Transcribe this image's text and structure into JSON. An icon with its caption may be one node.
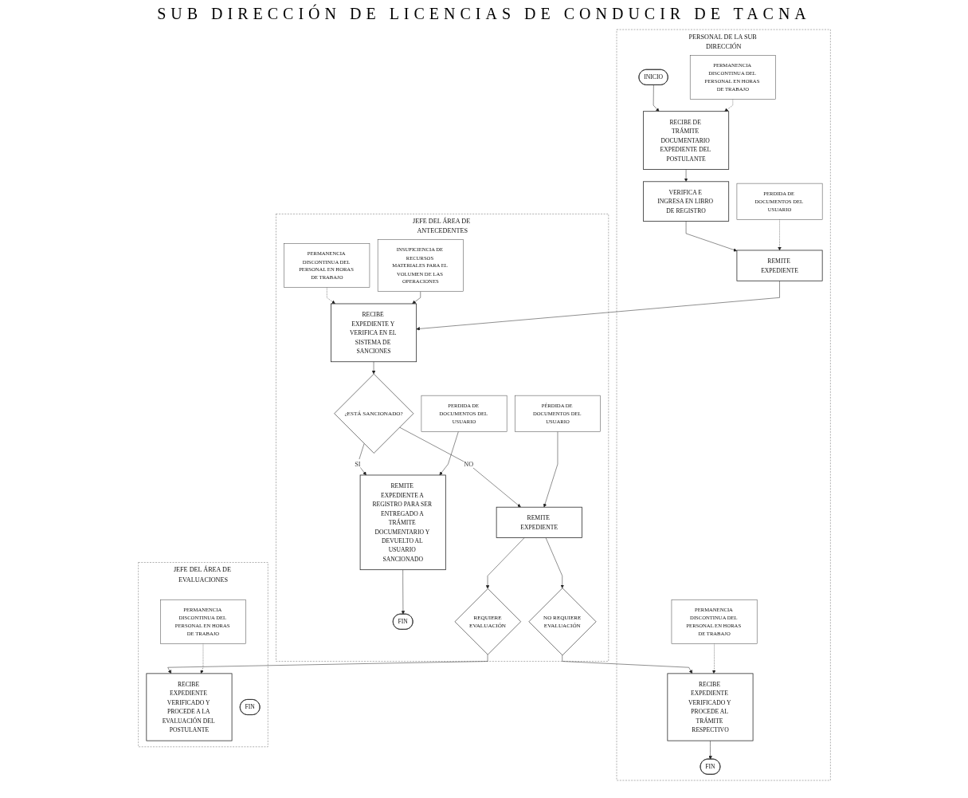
{
  "diagram": {
    "title": "SUB DIRECCIÓN DE LICENCIAS DE CONDUCIR DE TACNA",
    "nodes": [
      {
        "text": [
          "PERSONAL DE LA SUB DIRECCIÓN"
        ]
      },
      {
        "text": [
          "INICIO"
        ],
        "in": 0
      },
      {
        "text": [
          "RECIBE DE TRÁMITE DOCUMENTARIO EXPEDIENTE DEL POSTULANTE"
        ],
        "in": 0
      },
      {
        "text": [
          "PERMANENCIA DISCONTINUA DEL PERSONAL EN HORAS DE TRABAJO"
        ],
        "in": 0
      },
      {
        "text": [
          "VERIFICA E INGRESA EN LIBRO DE REGISTRO"
        ],
        "in": 0
      },
      {
        "text": [
          "REMITE EXPEDIENTE"
        ],
        "in": 0
      },
      {
        "text": [
          "PERDIDA DE DOCUMENTOS DEL USUARIO"
        ],
        "in": 0
      },
      {
        "text": [
          "RECIBE EXPEDIENTE VERIFICADO Y PROCEDE AL TRÁMITE RESPECTIVO"
        ],
        "in": 0
      },
      {
        "text": [
          "PERMANENCIA DISCONTINUA DEL PERSONAL EN HORAS DE TRABAJO"
        ],
        "in": 0
      },
      {
        "text": [
          "FIN"
        ],
        "in": 0
      },
      {
        "text": [
          "JEFE DEL ÁREA DE ANTECEDENTES"
        ]
      },
      {
        "text": [
          "PERMANENCIA DISCONTINUA DEL PERSONAL EN HORAS DE TRABAJO"
        ],
        "in": 10
      },
      {
        "text": [
          "RECIBE EXPEDIENTE Y VERIFICA EN EL SISTEMA DE SANCIONES"
        ],
        "in": 10
      },
      {
        "text": [
          "INSUFICIENCIA DE RECURSOS MATERIALES PARA EL VOLUMEN DE LAS OPERACIONES"
        ],
        "in": 10
      },
      {
        "text": [
          "¿ESTÁ SANCIONADO?"
        ],
        "in": 10
      },
      {
        "text": [
          "PERDIDA DE DOCUMENTOS DEL USUARIO"
        ],
        "in": 10
      },
      {
        "text": [
          "PÉRDIDA DE DOCUMENTOS DEL USUARIO"
        ],
        "in": 10
      },
      {
        "text": [
          "REMITE EXPEDIENTE A REGISTRO PARA SER ENTREGADO A TRÁMITE DOCUMENTARIO Y DEVUELTO AL USUARIO SANCIONADO"
        ],
        "in": 10
      },
      {
        "text": [
          "REMITE EXPEDIENTE"
        ],
        "in": 10
      },
      {
        "text": [
          "FIN"
        ],
        "in": 10
      },
      {
        "text": [
          "NO REQUIERE",
          "EVALUACIÓN"
        ],
        "in": 10
      },
      {
        "text": [
          "REQUIERE",
          "EVALUACIÓN"
        ],
        "in": 10
      },
      {
        "text": [
          "JEFE DEL ÁREA DE EVALUACIONES"
        ]
      },
      {
        "text": [
          "RECIBE EXPEDIENTE VERIFICADO Y PROCEDE A LA EVALUACIÓN DEL POSTULANTE"
        ],
        "in": 22
      },
      {
        "text": [
          "PERMANENCIA DISCONTINUA DEL PERSONAL EN HORAS DE TRABAJO"
        ],
        "in": 22
      },
      {
        "text": [
          "FIN"
        ],
        "in": 22
      }
    ],
    "edges": [
      {
        "from": 1,
        "to": 2,
        "arrow": "to"
      },
      {
        "from": 3,
        "to": 2,
        "arrow": "to",
        "style": "dashed"
      },
      {
        "from": 2,
        "to": 4,
        "arrow": "to"
      },
      {
        "from": 4,
        "to": 5,
        "arrow": "to"
      },
      {
        "from": 6,
        "to": 5,
        "arrow": "to",
        "style": "dashed"
      },
      {
        "from": 5,
        "to": 12,
        "arrow": "to"
      },
      {
        "from": 11,
        "to": 12,
        "arrow": "to",
        "style": "dashed"
      },
      {
        "from": 13,
        "to": 12,
        "arrow": "to"
      },
      {
        "from": 12,
        "to": 14,
        "arrow": "to"
      },
      {
        "from": 14,
        "to": 17,
        "arrow": "to",
        "label": "SI"
      },
      {
        "from": 14,
        "to": 18,
        "arrow": "to",
        "label": "NO"
      },
      {
        "from": 15,
        "to": 17,
        "arrow": "to"
      },
      {
        "from": 16,
        "to": 18,
        "arrow": "to"
      },
      {
        "from": 17,
        "to": 19,
        "arrow": "to"
      },
      {
        "from": 18,
        "to": 20,
        "arrow": "to"
      },
      {
        "from": 18,
        "to": 21,
        "arrow": "to"
      },
      {
        "from": 20,
        "to": 7,
        "arrow": "to"
      },
      {
        "from": 21,
        "to": 23,
        "arrow": "to"
      },
      {
        "from": 24,
        "to": 23,
        "arrow": "to",
        "style": "dashed"
      },
      {
        "from": 7,
        "to": 9,
        "arrow": "to"
      },
      {
        "from": 8,
        "to": 7,
        "arrow": "to",
        "style": "dashed"
      }
    ]
  }
}
